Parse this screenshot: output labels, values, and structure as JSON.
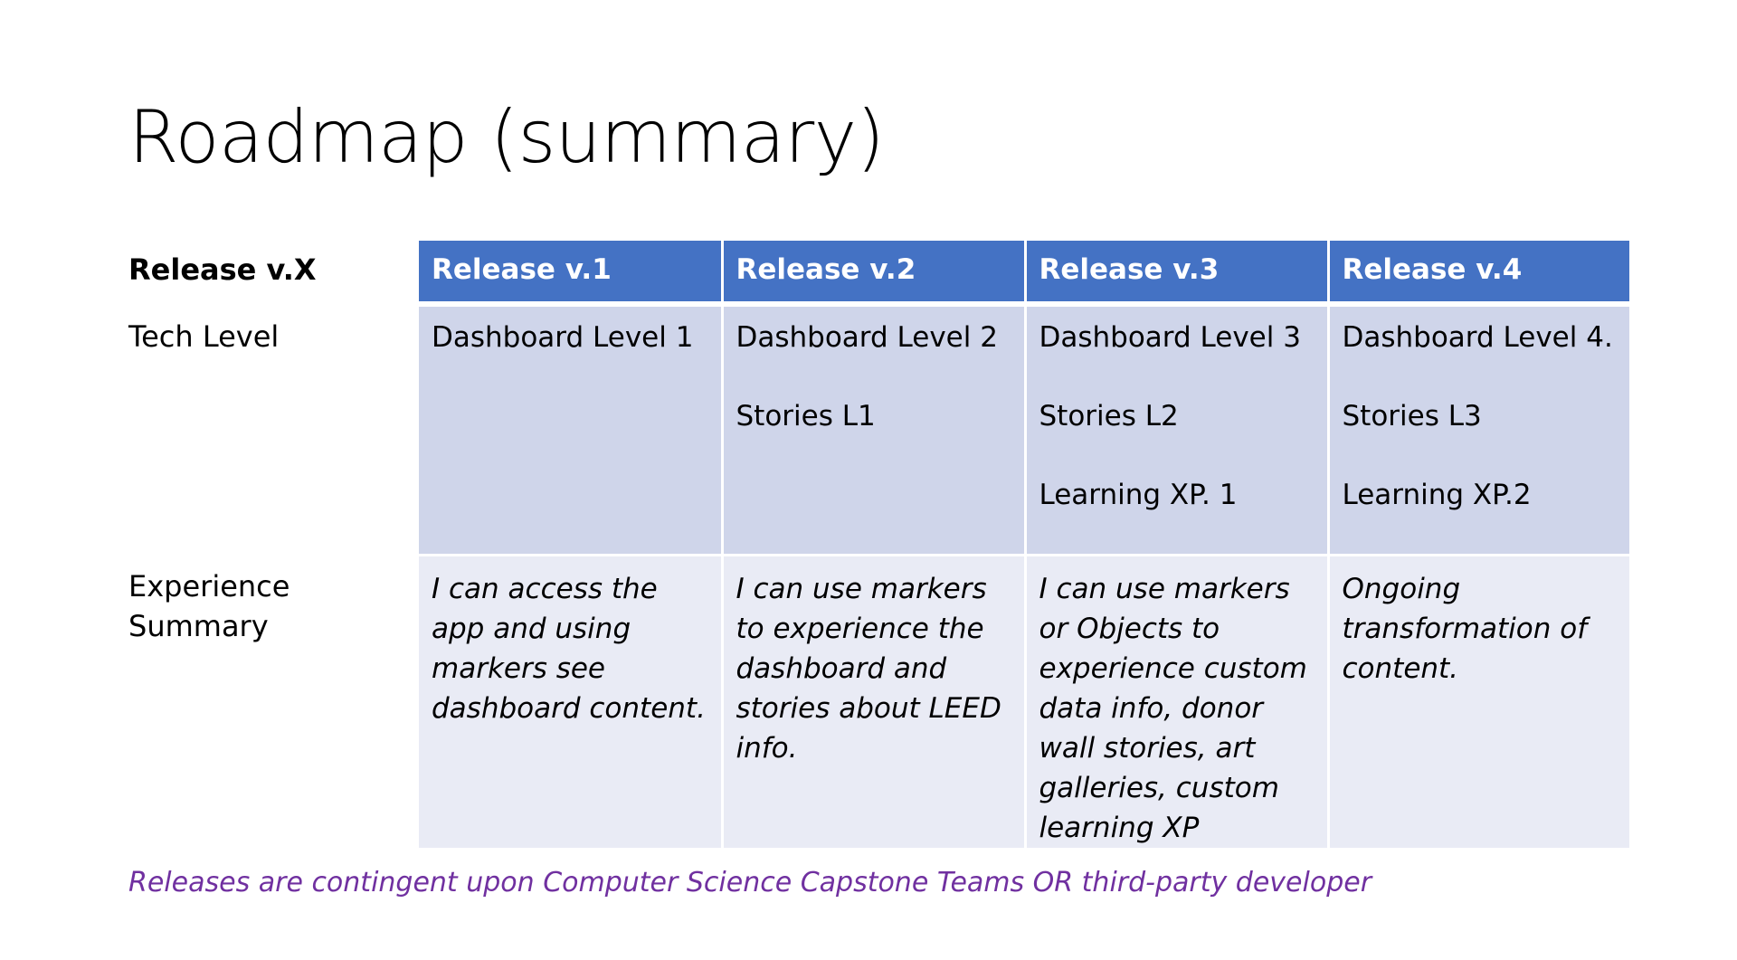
{
  "slide": {
    "title": "Roadmap (summary)",
    "row_labels": {
      "release": "Release v.X",
      "tech": "Tech Level",
      "experience": "Experience\nSummary"
    },
    "releases": [
      {
        "header": "Release v.1",
        "tech": [
          "Dashboard Level 1"
        ],
        "experience": "I can access the app and using markers see dashboard content."
      },
      {
        "header": "Release v.2",
        "tech": [
          "Dashboard Level 2",
          "Stories L1"
        ],
        "experience": "I can use markers to experience the dashboard and stories about LEED info."
      },
      {
        "header": "Release v.3",
        "tech": [
          "Dashboard Level 3",
          "Stories L2",
          "Learning XP. 1"
        ],
        "experience": "I can use markers or Objects to experience custom data info, donor wall stories, art galleries, custom learning XP"
      },
      {
        "header": "Release v.4",
        "tech": [
          "Dashboard Level 4.",
          "Stories L3",
          "Learning XP.2"
        ],
        "experience": "Ongoing transformation of content."
      }
    ],
    "footnote": "Releases are contingent upon Computer Science Capstone Teams OR third-party developer"
  },
  "colors": {
    "header_bg": "#4472c4",
    "tech_row_bg": "#cfd5ea",
    "experience_row_bg": "#e9ebf5",
    "footnote_text": "#7030a0"
  }
}
